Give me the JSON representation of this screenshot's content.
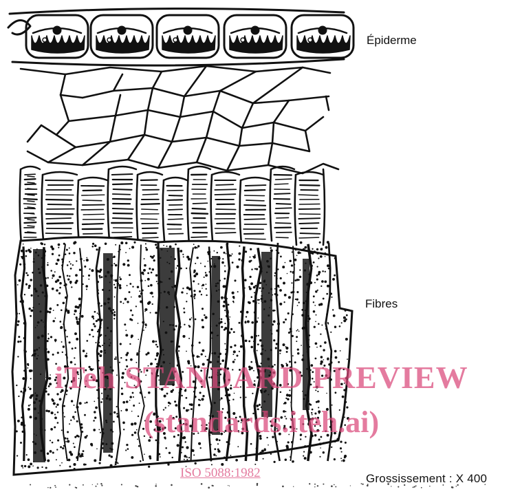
{
  "labels": {
    "epiderme": "Épiderme",
    "fibres": "Fibres",
    "magnification": "Grossissement : X 400"
  },
  "watermark": {
    "line1": "iTeh STANDARD PREVIEW",
    "line2": "(standards.iteh.ai)",
    "line3": "ISO 5088:1982",
    "color": "#DA487A"
  },
  "colors": {
    "ink": "#111111",
    "background": "#ffffff"
  }
}
